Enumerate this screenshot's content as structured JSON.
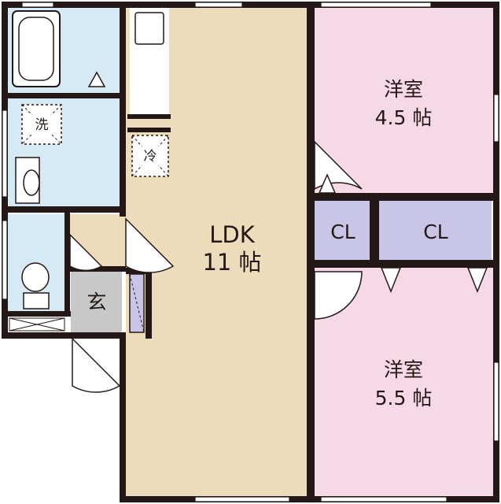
{
  "rooms": {
    "ldk": {
      "name": "LDK",
      "size": "11 帖",
      "color": "#eddcbc"
    },
    "western1": {
      "name": "洋室",
      "size": "4.5 帖",
      "color": "#f6d8e6"
    },
    "western2": {
      "name": "洋室",
      "size": "5.5 帖",
      "color": "#f6d8e6"
    },
    "closet1": {
      "name": "CL",
      "color": "#c9c5e6"
    },
    "closet2": {
      "name": "CL",
      "color": "#c9c5e6"
    },
    "entrance": {
      "name": "玄",
      "color": "#c8c8c8"
    },
    "bath": {
      "color": "#d6eaf5"
    },
    "washroom": {
      "color": "#d6eaf5"
    },
    "toilet": {
      "color": "#d6eaf5"
    }
  },
  "fixtures": {
    "washer": "洗",
    "fridge": "冷"
  },
  "colors": {
    "wall": "#231815",
    "background": "#ffffff"
  }
}
